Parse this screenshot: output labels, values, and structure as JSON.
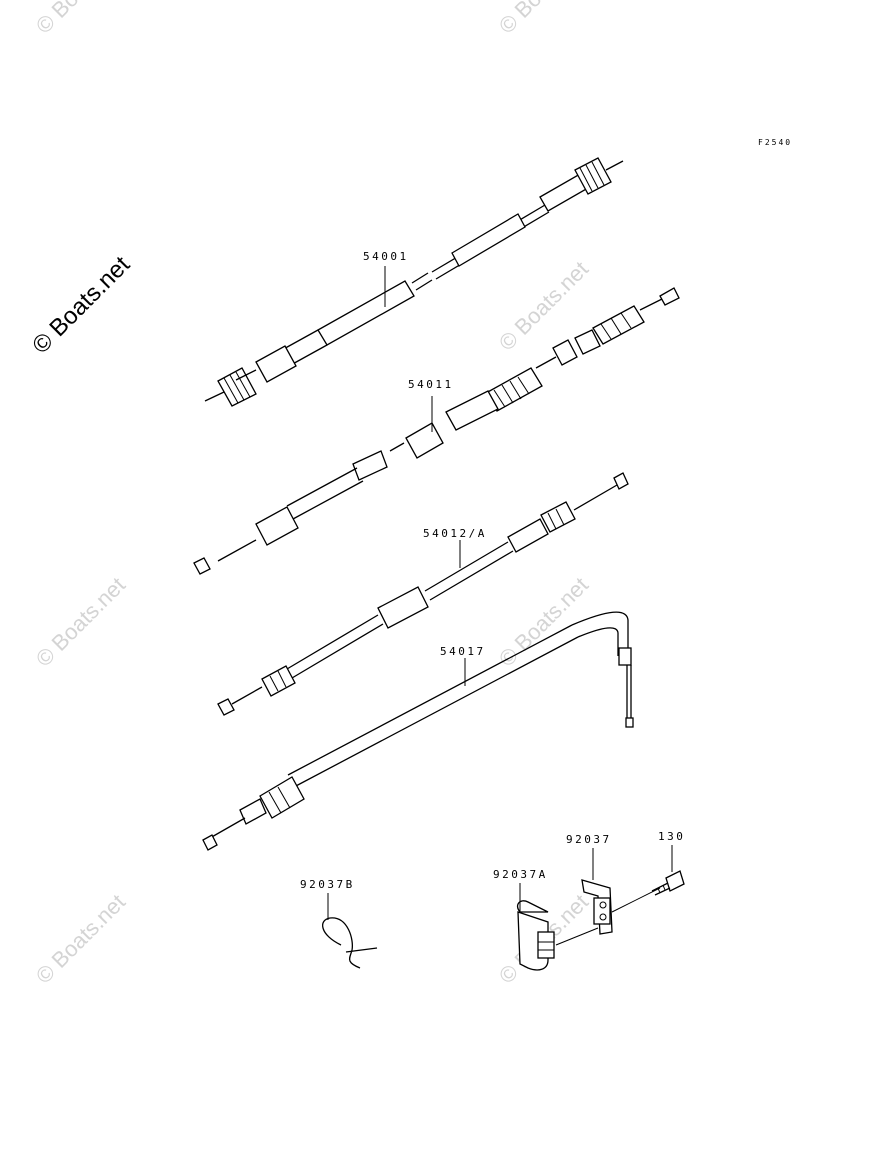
{
  "figure_code": "F2540",
  "watermark": {
    "main": "© Boats.net",
    "faint": "© Boats.net"
  },
  "parts": [
    {
      "id": "cable-speedometer",
      "label": "54001"
    },
    {
      "id": "cable-throttle",
      "label": "54011"
    },
    {
      "id": "cable-throttle-return",
      "label": "54012/A"
    },
    {
      "id": "cable-choke",
      "label": "54017"
    },
    {
      "id": "clamp-92037b",
      "label": "92037B"
    },
    {
      "id": "clamp-92037a",
      "label": "92037A"
    },
    {
      "id": "clamp-92037",
      "label": "92037"
    },
    {
      "id": "bolt-130",
      "label": "130"
    }
  ]
}
